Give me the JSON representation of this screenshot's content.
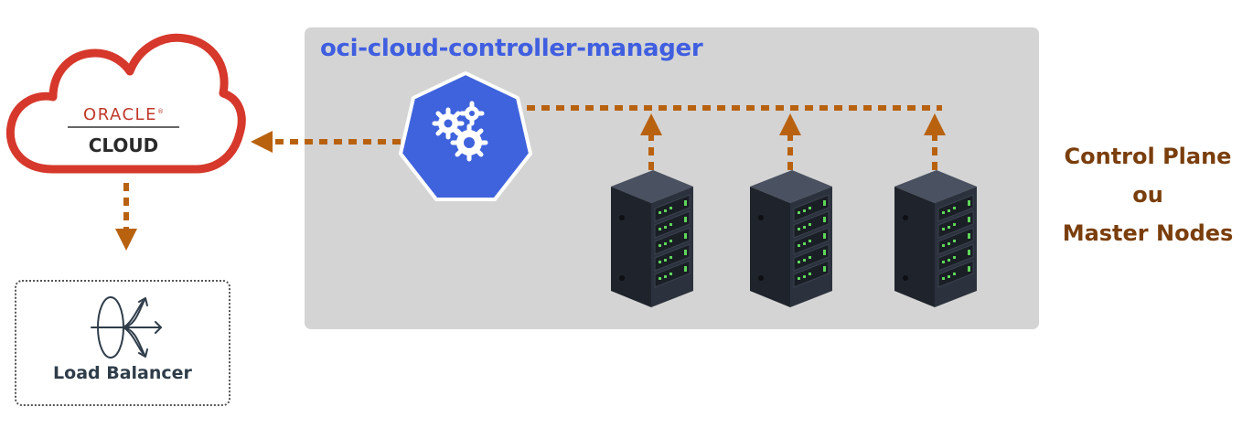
{
  "cluster": {
    "title": "oci-cloud-controller-manager"
  },
  "side_label": {
    "line1": "Control Plane",
    "line2": "ou",
    "line3": "Master Nodes"
  },
  "oracle_cloud": {
    "brand": "ORACLE",
    "product": "CLOUD",
    "brand_color": "#c0382b"
  },
  "load_balancer": {
    "label": "Load Balancer"
  },
  "nodes": [
    {
      "icon": "server-rack-icon"
    },
    {
      "icon": "server-rack-icon"
    },
    {
      "icon": "server-rack-icon"
    }
  ],
  "colors": {
    "panel": "#d4d4d4",
    "title": "#3f5ee0",
    "connector": "#b8620f",
    "side_label": "#7a3e0c",
    "kubernetes": "#3f63dd"
  }
}
